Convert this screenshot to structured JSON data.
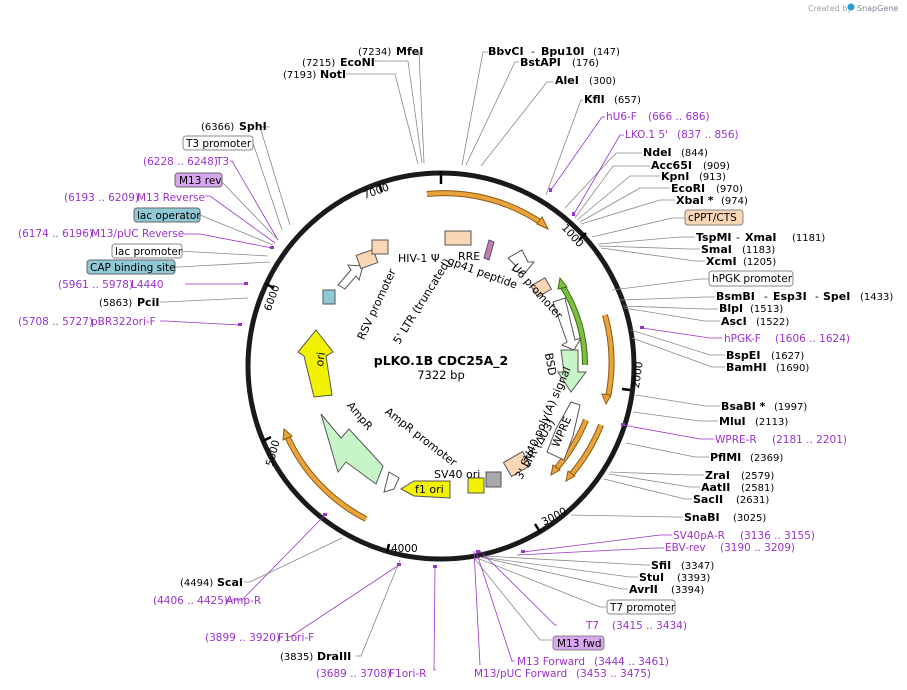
{
  "header": {
    "credit": "Created by",
    "brand": "SnapGene"
  },
  "plasmid": {
    "name": "pLKO.1B CDC25A_2",
    "length_label": "7322 bp",
    "length_bp": 7322
  },
  "ticks": [
    "1000",
    "2000",
    "3000",
    "4000",
    "5000",
    "6000",
    "7000"
  ],
  "enzymes": {
    "MfeI": {
      "name": "MfeI",
      "pos": "(7234)"
    },
    "EcoNI": {
      "name": "EcoNI",
      "pos": "(7215)"
    },
    "NotI": {
      "name": "NotI",
      "pos": "(7193)"
    },
    "BbvCI": {
      "name": "BbvCI",
      "name2": "Bpu10I",
      "pos": "(147)"
    },
    "BstAPI": {
      "name": "BstAPI",
      "pos": "(176)"
    },
    "AleI": {
      "name": "AleI",
      "pos": "(300)"
    },
    "KflI": {
      "name": "KflI",
      "pos": "(657)"
    },
    "NdeI": {
      "name": "NdeI",
      "pos": "(844)"
    },
    "Acc65I": {
      "name": "Acc65I",
      "pos": "(909)"
    },
    "KpnI": {
      "name": "KpnI",
      "pos": "(913)"
    },
    "EcoRI": {
      "name": "EcoRI",
      "pos": "(970)"
    },
    "XbaI": {
      "name": "XbaI *",
      "pos": "(974)"
    },
    "TspMI": {
      "name": "TspMI",
      "name2": "XmaI",
      "pos": "(1181)"
    },
    "SmaI": {
      "name": "SmaI",
      "pos": "(1183)"
    },
    "XcmI": {
      "name": "XcmI",
      "pos": "(1205)"
    },
    "BsmBI": {
      "name": "BsmBI",
      "name2": "Esp3I",
      "name3": "SpeI",
      "pos": "(1433)"
    },
    "BlpI": {
      "name": "BlpI",
      "pos": "(1513)"
    },
    "AscI": {
      "name": "AscI",
      "pos": "(1522)"
    },
    "BspEI": {
      "name": "BspEI",
      "pos": "(1627)"
    },
    "BamHI": {
      "name": "BamHI",
      "pos": "(1690)"
    },
    "BsaBI": {
      "name": "BsaBI *",
      "pos": "(1997)"
    },
    "MluI": {
      "name": "MluI",
      "pos": "(2113)"
    },
    "PflMI": {
      "name": "PflMI",
      "pos": "(2369)"
    },
    "ZraI": {
      "name": "ZraI",
      "pos": "(2579)"
    },
    "AatII": {
      "name": "AatII",
      "pos": "(2581)"
    },
    "SacII": {
      "name": "SacII",
      "pos": "(2631)"
    },
    "SnaBI": {
      "name": "SnaBI",
      "pos": "(3025)"
    },
    "SfiI": {
      "name": "SfiI",
      "pos": "(3347)"
    },
    "StuI": {
      "name": "StuI",
      "pos": "(3393)"
    },
    "AvrII": {
      "name": "AvrII",
      "pos": "(3394)"
    },
    "ScaI": {
      "name": "ScaI",
      "pos": "(4494)"
    },
    "DraIII": {
      "name": "DraIII",
      "pos": "(3835)"
    },
    "PciI": {
      "name": "PciI",
      "pos": "(5863)"
    },
    "SphI": {
      "name": "SphI",
      "pos": "(6366)"
    }
  },
  "primers": {
    "hU6F": {
      "name": "hU6-F",
      "range": "(666 .. 686)"
    },
    "LKO15": {
      "name": "LKO.1 5'",
      "range": "(837 .. 856)"
    },
    "hPGKF": {
      "name": "hPGK-F",
      "range": "(1606 .. 1624)"
    },
    "WPRER": {
      "name": "WPRE-R",
      "range": "(2181 .. 2201)"
    },
    "SV40pAR": {
      "name": "SV40pA-R",
      "range": "(3136 .. 3155)"
    },
    "EBVrev": {
      "name": "EBV-rev",
      "range": "(3190 .. 3209)"
    },
    "T7": {
      "name": "T7",
      "range": "(3415 .. 3434)"
    },
    "M13Fwd": {
      "name": "M13 Forward",
      "range": "(3444 .. 3461)"
    },
    "M13pUCFwd": {
      "name": "M13/pUC Forward",
      "range": "(3453 .. 3475)"
    },
    "F1oriR": {
      "name": "F1ori-R",
      "range": "(3689 .. 3708)"
    },
    "F1oriF": {
      "name": "F1ori-F",
      "range": "(3899 .. 3920)"
    },
    "AmpR": {
      "name": "Amp-R",
      "range": "(4406 .. 4425)"
    },
    "pBR322": {
      "name": "pBR322ori-F",
      "range": "(5708 .. 5727)"
    },
    "L4440": {
      "name": "L4440",
      "range": "(5961 .. 5978)"
    },
    "M13pUCRev": {
      "name": "M13/pUC Reverse",
      "range": "(6174 .. 6196)"
    },
    "M13Rev": {
      "name": "M13 Reverse",
      "range": "(6193 .. 6209)"
    },
    "T3": {
      "name": "T3",
      "range": "(6228 .. 6248)"
    }
  },
  "boxes": {
    "T3promoter": "T3 promoter",
    "M13rev": "M13 rev",
    "lacOperator": "lac operator",
    "lacPromoter": "lac promoter",
    "CAP": "CAP binding site",
    "cPPT": "cPPT/CTS",
    "hPGK": "hPGK promoter",
    "T7promoter": "T7 promoter",
    "M13fwd": "M13 fwd"
  },
  "features": {
    "HIV1psi": "HIV-1 Ψ",
    "LTR5": "5' LTR (truncated)",
    "RSV": "RSV promoter",
    "RRE": "RRE",
    "gp41": "gp41 peptide",
    "U6": "U6 promoter",
    "BSD": "BSD",
    "SV40polyA": "SV40 poly(A) signal",
    "LTR3": "3' LTR (ΔU3)",
    "WPRE": "WPRE",
    "SV40ori": "SV40 ori",
    "f1ori": "f1 ori",
    "AmpRpromoter": "AmpR promoter",
    "AmpR": "AmpR",
    "ori": "ori"
  },
  "colors": {
    "backbone": "#1a1a1a",
    "primer": "#9a32cd",
    "orange_arrow": "#e8a33c",
    "bsd_fill": "#c8f5c8",
    "green_arrow": "#7ac142",
    "ori_yellow": "#f2f200",
    "box_blue": "#8fc9d6",
    "box_purple": "#d9a6f0",
    "box_peach": "#fbd6b5",
    "gray_feature": "#a9a9a9"
  }
}
